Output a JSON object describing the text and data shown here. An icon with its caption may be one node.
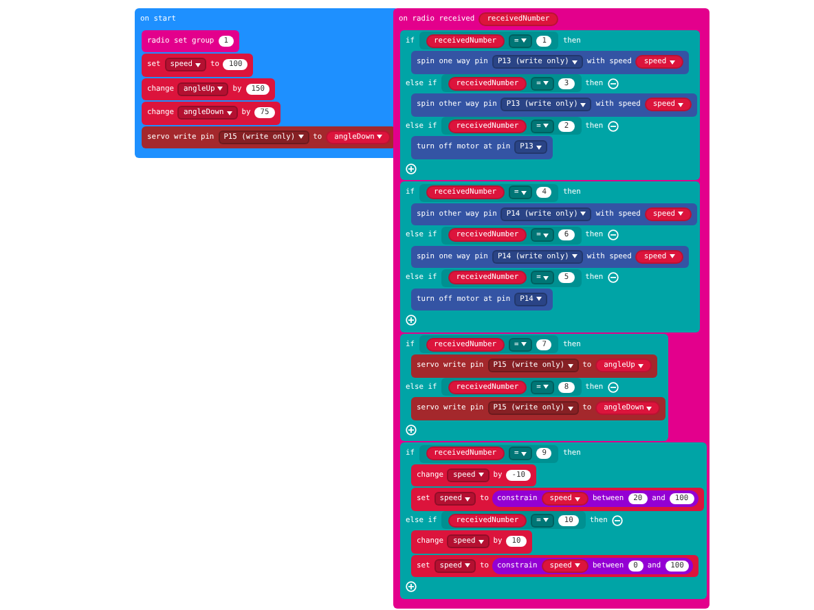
{
  "diagram": {
    "nodes": [
      {
        "text": [
          "on start"
        ]
      },
      {
        "text": [
          "radio set group",
          "1"
        ],
        "in": 0
      },
      {
        "text": [
          "set",
          "speed",
          "to",
          "100"
        ],
        "in": 0
      },
      {
        "text": [
          "change",
          "angleUp",
          "by",
          "150"
        ],
        "in": 0
      },
      {
        "text": [
          "change",
          "angleDown",
          "by",
          "75"
        ],
        "in": 0
      },
      {
        "text": [
          "servo write pin",
          "P15 (write only)",
          "to",
          "angleDown"
        ],
        "in": 0
      },
      {
        "text": [
          "on radio received",
          "receivedNumber"
        ]
      },
      {
        "text": [
          "if",
          "receivedNumber",
          "=",
          "1",
          "then",
          "else if",
          "receivedNumber",
          "=",
          "3",
          "then",
          "else if",
          "receivedNumber",
          "=",
          "2",
          "then"
        ],
        "in": 6
      },
      {
        "text": [
          "spin one way pin",
          "P13 (write only)",
          "with speed",
          "speed"
        ],
        "in": 7
      },
      {
        "text": [
          "spin other way pin",
          "P13 (write only)",
          "with speed",
          "speed"
        ],
        "in": 7
      },
      {
        "text": [
          "turn off motor at pin",
          "P13"
        ],
        "in": 7
      },
      {
        "text": [
          "if",
          "receivedNumber",
          "=",
          "4",
          "then",
          "else if",
          "receivedNumber",
          "=",
          "6",
          "then",
          "else if",
          "receivedNumber",
          "=",
          "5",
          "then"
        ],
        "in": 6
      },
      {
        "text": [
          "spin other way pin",
          "P14 (write only)",
          "with speed",
          "speed"
        ],
        "in": 11
      },
      {
        "text": [
          "spin one way pin",
          "P14 (write only)",
          "with speed",
          "speed"
        ],
        "in": 11
      },
      {
        "text": [
          "turn off motor at pin",
          "P14"
        ],
        "in": 11
      },
      {
        "text": [
          "if",
          "receivedNumber",
          "=",
          "7",
          "then",
          "else if",
          "receivedNumber",
          "=",
          "8",
          "then"
        ],
        "in": 6
      },
      {
        "text": [
          "servo write pin",
          "P15 (write only)",
          "to",
          "angleUp"
        ],
        "in": 15
      },
      {
        "text": [
          "servo write pin",
          "P15 (write only)",
          "to",
          "angleDown"
        ],
        "in": 15
      },
      {
        "text": [
          "if",
          "receivedNumber",
          "=",
          "9",
          "then",
          "else if",
          "receivedNumber",
          "=",
          "10",
          "then"
        ],
        "in": 6
      },
      {
        "text": [
          "change",
          "speed",
          "by",
          "-10"
        ],
        "in": 18
      },
      {
        "text": [
          "set",
          "speed",
          "to",
          "constrain",
          "speed",
          "between",
          "20",
          "and",
          "100"
        ],
        "in": 18
      },
      {
        "text": [
          "change",
          "speed",
          "by",
          "10"
        ],
        "in": 18
      },
      {
        "text": [
          "set",
          "speed",
          "to",
          "constrain",
          "speed",
          "between",
          "0",
          "and",
          "100"
        ],
        "in": 18
      }
    ]
  }
}
